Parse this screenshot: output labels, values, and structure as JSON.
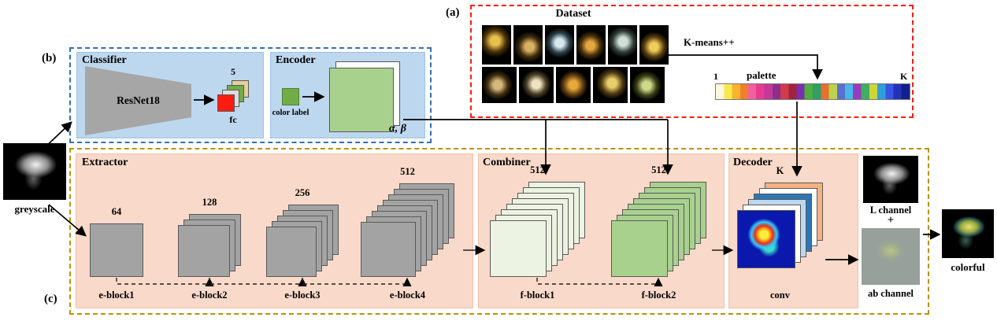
{
  "figure": {
    "panel_a_label": "(a)",
    "panel_b_label": "(b)",
    "panel_c_label": "(c)"
  },
  "dataset": {
    "title": "Dataset",
    "kmeans": "K-means++",
    "palette": {
      "start": "1",
      "label": "palette",
      "end": "K",
      "colors": [
        "#fdf7dc",
        "#f8e84e",
        "#f7b32d",
        "#ef7f2a",
        "#f25f9e",
        "#e83a8e",
        "#c03a9a",
        "#8f2e8a",
        "#d23a4e",
        "#a02440",
        "#7b2fae",
        "#4fae3f",
        "#2f9e68",
        "#e5702f",
        "#bdd24a",
        "#5a6fd2",
        "#45b8e8",
        "#9a3ac0",
        "#3fae5f",
        "#ccd63a",
        "#2f9fd9",
        "#3a55e2",
        "#2233b8",
        "#13208e"
      ]
    }
  },
  "classifier": {
    "title": "Classifier",
    "backbone": "ResNet18",
    "fc_count": "5",
    "fc_label": "fc"
  },
  "encoder": {
    "title": "Encoder",
    "color_label": "color label",
    "alpha_beta": "α, β"
  },
  "extractor": {
    "title": "Extractor",
    "blocks": [
      {
        "channels": "64",
        "name": "e-block1"
      },
      {
        "channels": "128",
        "name": "e-block2"
      },
      {
        "channels": "256",
        "name": "e-block3"
      },
      {
        "channels": "512",
        "name": "e-block4"
      }
    ]
  },
  "combiner": {
    "title": "Combiner",
    "blocks": [
      {
        "channels": "512",
        "name": "f-block1"
      },
      {
        "channels": "512",
        "name": "f-block2"
      }
    ]
  },
  "decoder": {
    "title": "Decoder",
    "k_label": "K",
    "conv_label": "conv"
  },
  "io": {
    "greyscale": "greyscale",
    "l_channel": "L channel",
    "plus": "+",
    "ab_channel": "ab channel",
    "colorful": "colorful"
  },
  "colors": {
    "panel_blue_border": "#2e6fc0",
    "panel_red_border": "#fe1b10",
    "panel_olive_border": "#bf9000",
    "box_blue_fill": "#bdd7ee",
    "box_salmon_fill": "#f9d9c9",
    "feature_gray": "#a3a3a3",
    "fblock1_fill": "#edf3e2",
    "fblock2_fill": "#a9d18e",
    "encoder_green": "#a9d18e",
    "color_label_green": "#70ad47"
  }
}
